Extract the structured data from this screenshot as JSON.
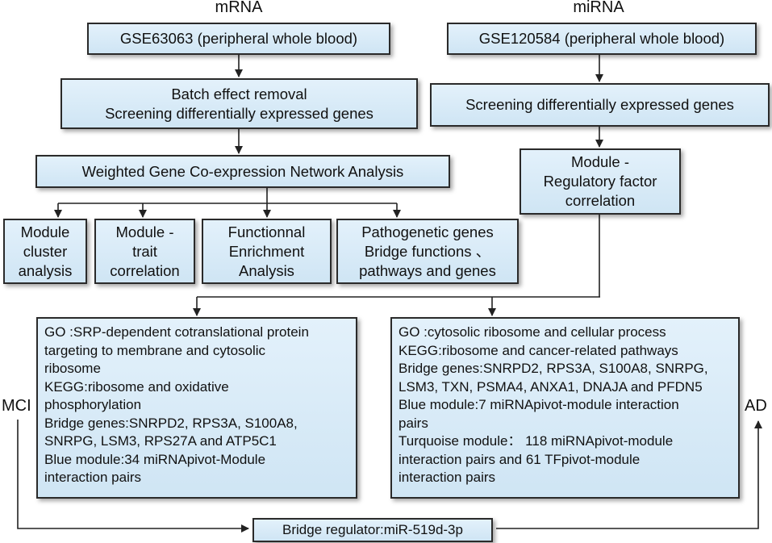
{
  "headers": {
    "left": "mRNA",
    "right": "miRNA"
  },
  "boxes": {
    "gse63063": "GSE63063 (peripheral whole blood)",
    "gse120584": "GSE120584 (peripheral whole blood)",
    "batch": "Batch effect removal\nScreening  differentially expressed genes",
    "screen_right": "Screening  differentially expressed genes",
    "wgcna": "Weighted Gene Co-expression Network Analysis",
    "module_reg": "Module -\nRegulatory factor\ncorrelation",
    "cluster": "Module\ncluster\nanalysis",
    "trait": "Module -\ntrait\ncorrelation",
    "enrich": "Functionnal\nEnrichment\nAnalysis",
    "patho": "Pathogenetic genes\nBridge functions 、\npathways and genes",
    "result_left": "GO :SRP-dependent cotranslational protein\ntargeting to membrane and cytosolic\nribosome\nKEGG:ribosome and oxidative\nphosphorylation\nBridge genes:SNRPD2, RPS3A, S100A8,\nSNRPG, LSM3, RPS27A and ATP5C1\nBlue module:34 miRNApivot-Module\ninteraction pairs",
    "result_right": "GO :cytosolic ribosome and cellular process\nKEGG:ribosome and cancer-related pathways\nBridge genes:SNRPD2, RPS3A, S100A8, SNRPG,\nLSM3, TXN, PSMA4, ANXA1, DNAJA and PFDN5\nBlue module:7 miRNApivot-module interaction\npairs\nTurquoise module： 118 miRNApivot-module\ninteraction pairs and 61 TFpivot-module\ninteraction pairs",
    "bridge": "Bridge regulator:miR-519d-3p"
  },
  "side_labels": {
    "left": "MCI",
    "right": "AD"
  }
}
